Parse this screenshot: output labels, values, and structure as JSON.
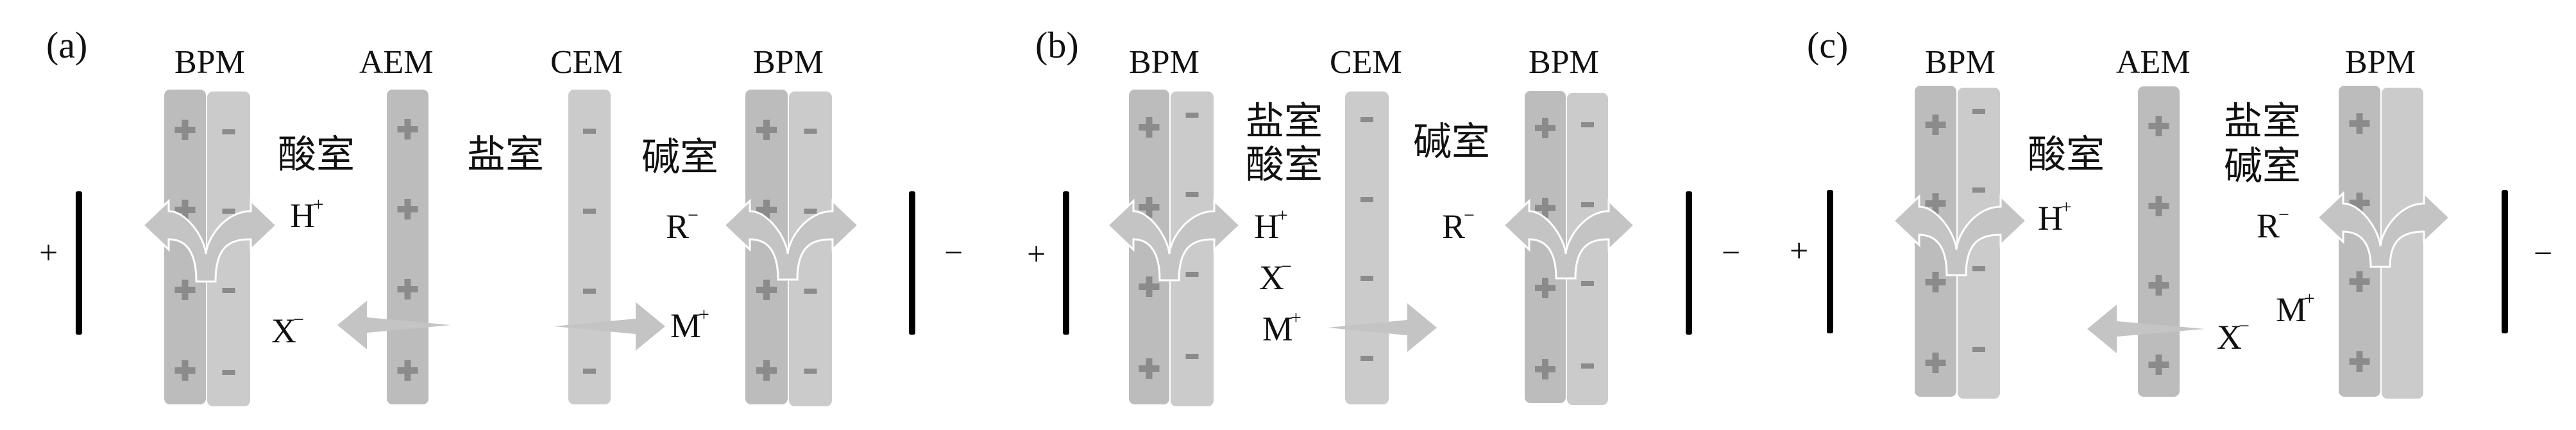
{
  "figure": {
    "colors": {
      "strip_dark": "#bcbcbc",
      "strip_light": "#cbcbcb",
      "sign": "#8b8b8b",
      "arrow": "#c4c4c4",
      "electrode": "#000000",
      "text": "#111111"
    },
    "panels": [
      {
        "id": "a",
        "label": "(a)",
        "anode_sign": "+",
        "cathode_sign": "−",
        "membranes": [
          {
            "type": "BPM",
            "label": "BPM",
            "left_charges": [
              "+",
              "+",
              "+",
              "+"
            ],
            "right_charges": [
              "-",
              "-",
              "-",
              "-"
            ],
            "split": true
          },
          {
            "type": "AEM",
            "label": "AEM",
            "charges": [
              "+",
              "+",
              "+",
              "+"
            ]
          },
          {
            "type": "CEM",
            "label": "CEM",
            "charges": [
              "-",
              "-",
              "-",
              "-"
            ]
          },
          {
            "type": "BPM",
            "label": "BPM",
            "left_charges": [
              "+",
              "+",
              "+",
              "+"
            ],
            "right_charges": [
              "-",
              "-",
              "-",
              "-"
            ],
            "split": true
          }
        ],
        "rooms": [
          {
            "label_lines": [
              "酸室"
            ]
          },
          {
            "label_lines": [
              "盐室"
            ]
          },
          {
            "label_lines": [
              "碱室"
            ]
          }
        ],
        "ions": [
          {
            "base": "H",
            "charge": "+",
            "room": "酸室",
            "flow": "from BPM"
          },
          {
            "base": "X",
            "charge": "−",
            "room": "酸室",
            "flow": "through AEM, leftward"
          },
          {
            "base": "R",
            "charge": "−",
            "room": "碱室",
            "flow": "from BPM"
          },
          {
            "base": "M",
            "charge": "+",
            "room": "碱室",
            "flow": "through CEM, rightward"
          }
        ]
      },
      {
        "id": "b",
        "label": "(b)",
        "anode_sign": "+",
        "cathode_sign": "−",
        "membranes": [
          {
            "type": "BPM",
            "label": "BPM",
            "left_charges": [
              "+",
              "+",
              "+",
              "+"
            ],
            "right_charges": [
              "-",
              "-",
              "-",
              "-"
            ],
            "split": true
          },
          {
            "type": "CEM",
            "label": "CEM",
            "charges": [
              "-",
              "-",
              "-",
              "-"
            ]
          },
          {
            "type": "BPM",
            "label": "BPM",
            "left_charges": [
              "+",
              "+",
              "+",
              "+"
            ],
            "right_charges": [
              "-",
              "-",
              "-",
              "-"
            ],
            "split": true
          }
        ],
        "rooms": [
          {
            "label_lines": [
              "盐室",
              "酸室"
            ]
          },
          {
            "label_lines": [
              "碱室"
            ]
          }
        ],
        "ions": [
          {
            "base": "H",
            "charge": "+",
            "room": "盐室/酸室",
            "flow": "from BPM"
          },
          {
            "base": "X",
            "charge": "−",
            "room": "盐室/酸室",
            "flow": "stays"
          },
          {
            "base": "M",
            "charge": "+",
            "room": "盐室/酸室",
            "flow": "through CEM, rightward"
          },
          {
            "base": "R",
            "charge": "−",
            "room": "碱室",
            "flow": "from BPM"
          }
        ]
      },
      {
        "id": "c",
        "label": "(c)",
        "anode_sign": "+",
        "cathode_sign": "−",
        "membranes": [
          {
            "type": "BPM",
            "label": "BPM",
            "left_charges": [
              "+",
              "+",
              "+",
              "+"
            ],
            "right_charges": [
              "-",
              "-",
              "-",
              "-"
            ],
            "split": true
          },
          {
            "type": "AEM",
            "label": "AEM",
            "charges": [
              "+",
              "+",
              "+",
              "+"
            ]
          },
          {
            "type": "BPM",
            "label": "BPM",
            "left_charges": [
              "+",
              "+",
              "+",
              "+"
            ],
            "right_charges": [],
            "split": true
          }
        ],
        "rooms": [
          {
            "label_lines": [
              "酸室"
            ]
          },
          {
            "label_lines": [
              "盐室",
              "碱室"
            ]
          }
        ],
        "ions": [
          {
            "base": "H",
            "charge": "+",
            "room": "酸室",
            "flow": "from BPM"
          },
          {
            "base": "X",
            "charge": "−",
            "room": "盐室/碱室",
            "flow": "through AEM, leftward"
          },
          {
            "base": "R",
            "charge": "−",
            "room": "盐室/碱室",
            "flow": "from BPM"
          },
          {
            "base": "M",
            "charge": "+",
            "room": "盐室/碱室",
            "flow": "stays"
          }
        ]
      }
    ]
  }
}
